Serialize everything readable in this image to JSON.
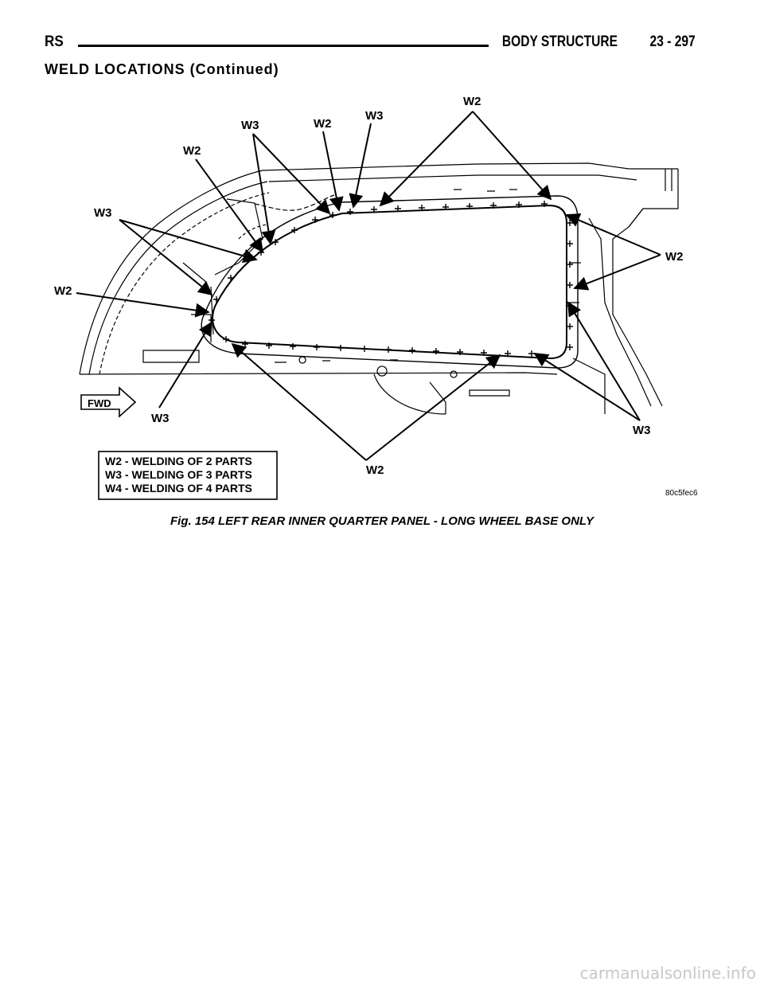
{
  "header": {
    "left": "RS",
    "section": "BODY STRUCTURE",
    "page": "23 - 297"
  },
  "continued_heading": "WELD LOCATIONS (Continued)",
  "figure": {
    "labels": {
      "w2_top_right": "W2",
      "w3_top": "W3",
      "w2_top_mid": "W2",
      "w3_upper": "W3",
      "w2_upper_left": "W2",
      "w3_left": "W3",
      "w2_left": "W2",
      "w2_right": "W2",
      "w3_bottom_left": "W3",
      "w2_bottom": "W2",
      "w3_bottom_right": "W3"
    },
    "fwd": "FWD",
    "legend": [
      "W2 - WELDING OF 2 PARTS",
      "W3 - WELDING OF 3 PARTS",
      "W4 - WELDING OF 4 PARTS"
    ],
    "code": "80c5fec6"
  },
  "caption": "Fig. 154 LEFT REAR INNER QUARTER PANEL - LONG WHEEL BASE ONLY",
  "watermark": "carmanualsonline.info"
}
